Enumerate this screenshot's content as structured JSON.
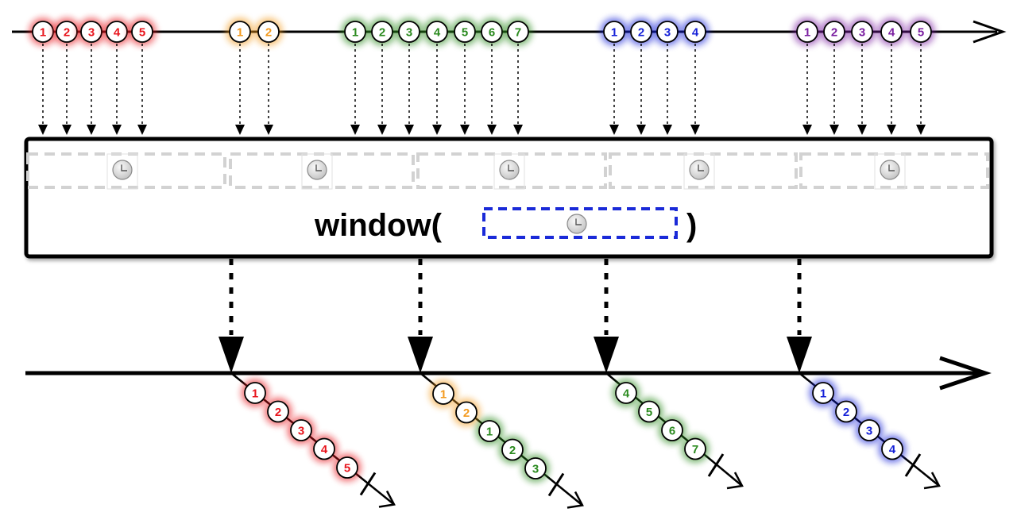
{
  "operator": {
    "name": "window(",
    "close": ")",
    "param_icon": "clock-icon"
  },
  "colors": {
    "red": "#e8141c",
    "orange": "#f39a1e",
    "green": "#2a8a1e",
    "blue": "#1420d8",
    "purple": "#7a1ea0",
    "param_border": "#1a2ad8",
    "window_dash": "#d2d2d2",
    "line": "#000000"
  },
  "source_groups": [
    {
      "color": "red",
      "labels": [
        "1",
        "2",
        "3",
        "4",
        "5"
      ]
    },
    {
      "color": "orange",
      "labels": [
        "1",
        "2"
      ]
    },
    {
      "color": "green",
      "labels": [
        "1",
        "2",
        "3",
        "4",
        "5",
        "6",
        "7"
      ]
    },
    {
      "color": "blue",
      "labels": [
        "1",
        "2",
        "3",
        "4"
      ]
    },
    {
      "color": "purple",
      "labels": [
        "1",
        "2",
        "3",
        "4",
        "5"
      ]
    }
  ],
  "timer_windows": [
    {
      "icon": "clock-icon"
    },
    {
      "icon": "clock-icon"
    },
    {
      "icon": "clock-icon"
    },
    {
      "icon": "clock-icon"
    },
    {
      "icon": "clock-icon"
    }
  ],
  "output_windows": [
    {
      "items": [
        {
          "label": "1",
          "color": "red"
        },
        {
          "label": "2",
          "color": "red"
        },
        {
          "label": "3",
          "color": "red"
        },
        {
          "label": "4",
          "color": "red"
        },
        {
          "label": "5",
          "color": "red"
        }
      ]
    },
    {
      "items": [
        {
          "label": "1",
          "color": "orange"
        },
        {
          "label": "2",
          "color": "orange"
        },
        {
          "label": "1",
          "color": "green"
        },
        {
          "label": "2",
          "color": "green"
        },
        {
          "label": "3",
          "color": "green"
        }
      ]
    },
    {
      "items": [
        {
          "label": "4",
          "color": "green"
        },
        {
          "label": "5",
          "color": "green"
        },
        {
          "label": "6",
          "color": "green"
        },
        {
          "label": "7",
          "color": "green"
        }
      ]
    },
    {
      "items": [
        {
          "label": "1",
          "color": "blue"
        },
        {
          "label": "2",
          "color": "blue"
        },
        {
          "label": "3",
          "color": "blue"
        },
        {
          "label": "4",
          "color": "blue"
        }
      ]
    }
  ]
}
